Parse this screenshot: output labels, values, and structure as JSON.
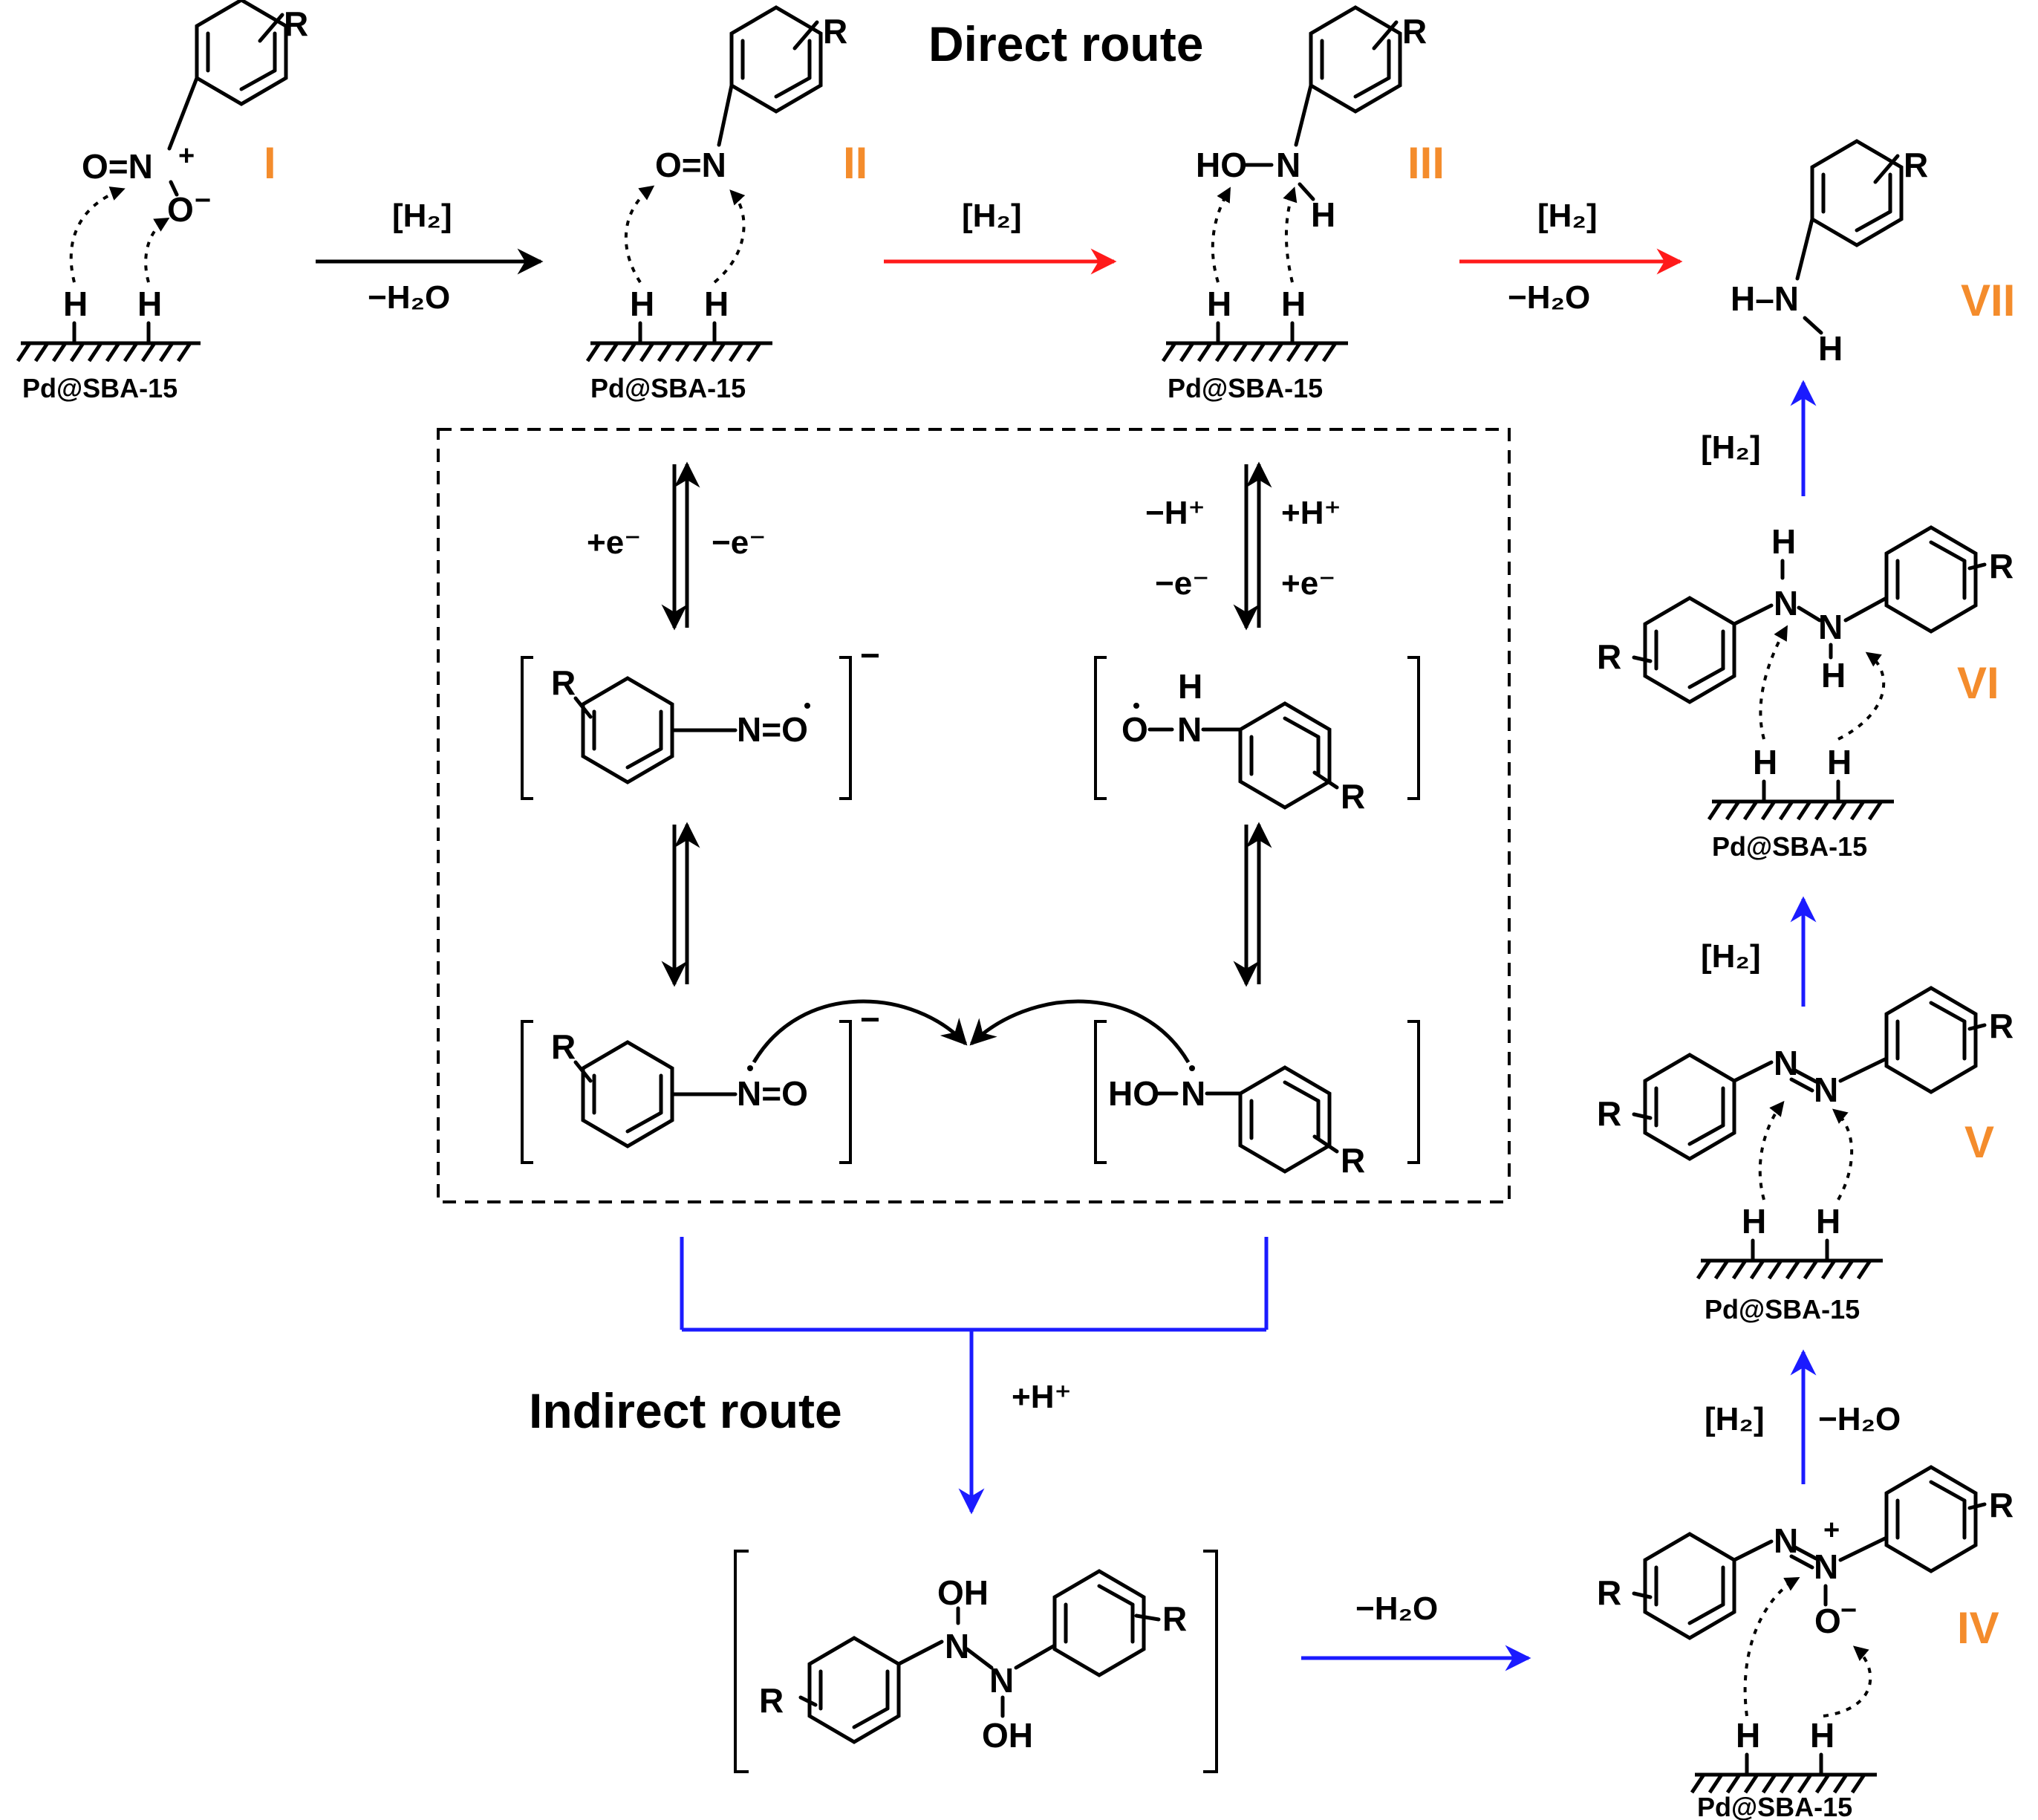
{
  "routes": {
    "direct": "Direct route",
    "indirect": "Indirect route"
  },
  "colors": {
    "direct": "#ff1a1a",
    "indirect": "#1b1bff",
    "labels": "#f48c2c",
    "default": "#000000"
  },
  "catalyst": "Pd@SBA-15",
  "compounds": {
    "I": {
      "label": "I",
      "R": "R",
      "nitro_on": "O=N",
      "plus": "+",
      "o_minus": "O",
      "minus": "−",
      "H1": "H",
      "H2": "H"
    },
    "II": {
      "label": "II",
      "R": "R",
      "nitroso": "O=N",
      "H1": "H",
      "H2": "H"
    },
    "III": {
      "label": "III",
      "R": "R",
      "ho": "HO",
      "n": "N",
      "h": "H",
      "H1": "H",
      "H2": "H"
    },
    "VII": {
      "label": "VII",
      "R": "R",
      "hn": "H–N",
      "h": "H"
    },
    "radical_anion": {
      "R": "R",
      "group": "N=O",
      "charge": "−"
    },
    "hydroxylamine_radical": {
      "o": "O",
      "h": "H",
      "n": "N",
      "R": "R"
    },
    "nitroso_anion": {
      "R": "R",
      "group": "N=O",
      "charge": "−"
    },
    "hydroxylamine_n_radical": {
      "ho": "HO",
      "n": "N",
      "R": "R"
    },
    "dihydroxy": {
      "oh1": "OH",
      "n1": "N",
      "n2": "N",
      "oh2": "OH",
      "R1": "R",
      "R2": "R"
    },
    "IV": {
      "label": "IV",
      "n1": "N",
      "n2": "N",
      "plus": "+",
      "o": "O",
      "minus": "−",
      "R1": "R",
      "R2": "R",
      "H1": "H",
      "H2": "H"
    },
    "V": {
      "label": "V",
      "n1": "N",
      "n2": "N",
      "R1": "R",
      "R2": "R",
      "H1": "H",
      "H2": "H"
    },
    "VI": {
      "label": "VI",
      "n1": "N",
      "n2": "N",
      "h1": "H",
      "h2": "H",
      "R1": "R",
      "R2": "R",
      "H1": "H",
      "H2": "H"
    }
  },
  "reagents": {
    "arrow1_top": "[H₂]",
    "arrow1_bottom": "−H₂O",
    "arrow2_top": "[H₂]",
    "arrow3_top": "[H₂]",
    "arrow3_bottom": "−H₂O",
    "left_eq_fwd": "+e⁻",
    "left_eq_rev": "−e⁻",
    "right_eq_minus_h": "−H⁺",
    "right_eq_plus_h": "+H⁺",
    "right_eq_minus_e": "−e⁻",
    "right_eq_plus_e": "+e⁻",
    "plus_h": "+H⁺",
    "dehydration": "−H₂O",
    "iv_to_v_h2": "[H₂]",
    "iv_to_v_water": "−H₂O",
    "v_to_vi": "[H₂]",
    "vi_to_vii": "[H₂]"
  }
}
